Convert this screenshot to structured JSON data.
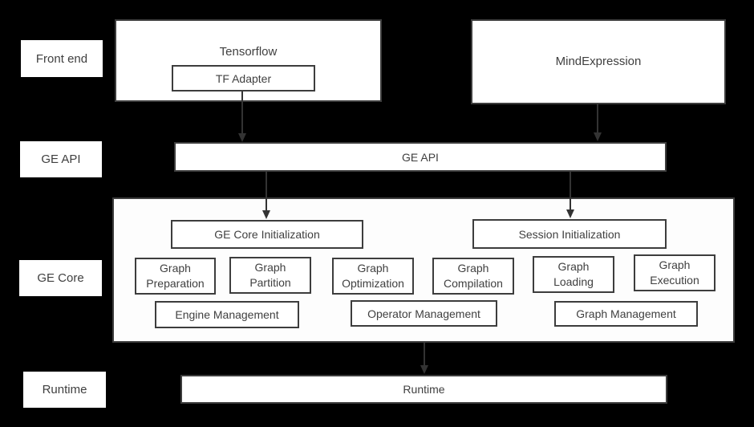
{
  "colors": {
    "background": "#000000",
    "box_fill": "#ffffff",
    "box_border": "#3d3d3d",
    "text": "#404040",
    "arrow": "#333333"
  },
  "side_labels": [
    {
      "label": "Front end"
    },
    {
      "label": "GE API"
    },
    {
      "label": "GE Core"
    },
    {
      "label": "Runtime"
    }
  ],
  "front_end": {
    "tensorflow_title": "Tensorflow",
    "tf_adapter_label": "TF Adapter",
    "mind_expression_label": "MindExpression"
  },
  "ge_api_label": "GE API",
  "ge_core": {
    "initialization": [
      {
        "label": "GE Core Initialization"
      },
      {
        "label": "Session Initialization"
      }
    ],
    "stages": [
      {
        "lines": [
          "Graph",
          "Preparation"
        ]
      },
      {
        "lines": [
          "Graph",
          "Partition"
        ]
      },
      {
        "lines": [
          "Graph",
          "Optimization"
        ]
      },
      {
        "lines": [
          "Graph",
          "Compilation"
        ]
      },
      {
        "lines": [
          "Graph",
          "Loading"
        ]
      },
      {
        "lines": [
          "Graph",
          "Execution"
        ]
      }
    ],
    "management": [
      {
        "label": "Engine Management"
      },
      {
        "label": "Operator Management"
      },
      {
        "label": "Graph Management"
      }
    ]
  },
  "runtime_label": "Runtime"
}
